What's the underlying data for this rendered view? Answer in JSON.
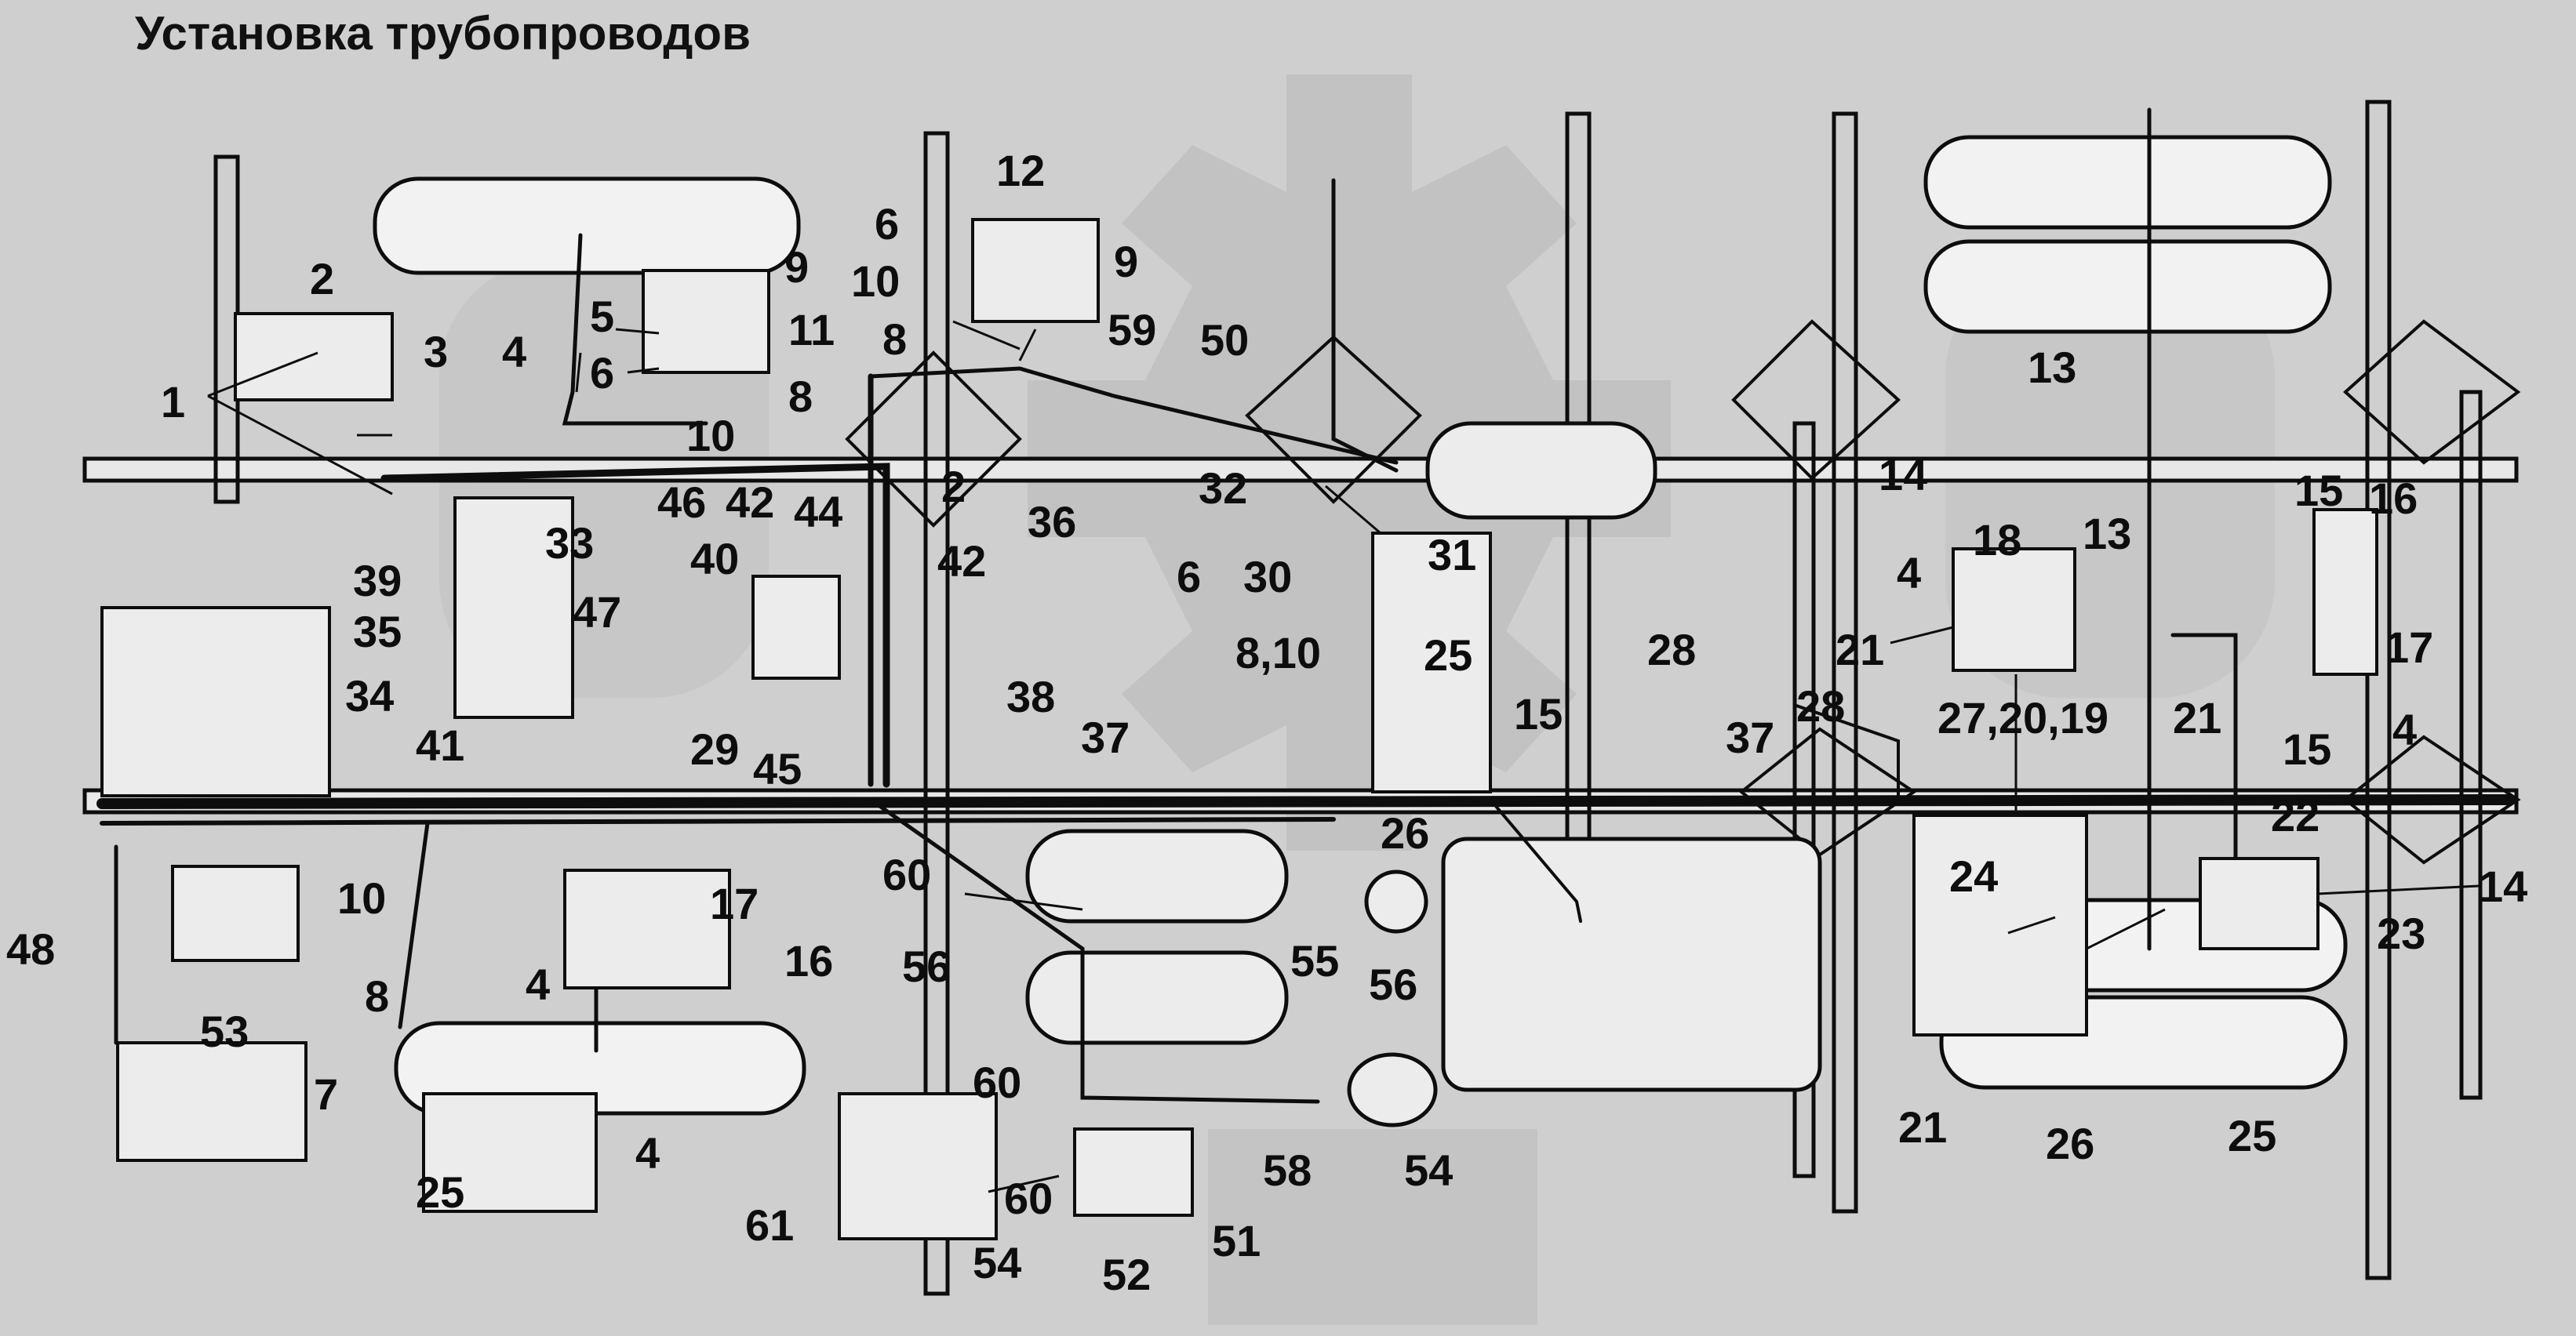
{
  "title": "Установка трубопроводов",
  "colors": {
    "background": "#cfcfcf",
    "watermark": "#bcbcbc",
    "ink": "#0d0d0d",
    "part_fill": "#ececec"
  },
  "callouts": [
    {
      "id": "c1",
      "text": "1"
    },
    {
      "id": "c2a",
      "text": "2"
    },
    {
      "id": "c3",
      "text": "3"
    },
    {
      "id": "c4a",
      "text": "4"
    },
    {
      "id": "c5",
      "text": "5"
    },
    {
      "id": "c6a",
      "text": "6"
    },
    {
      "id": "c8a",
      "text": "8"
    },
    {
      "id": "c9a",
      "text": "9"
    },
    {
      "id": "c10a",
      "text": "10"
    },
    {
      "id": "c12",
      "text": "12"
    },
    {
      "id": "c6b",
      "text": "6"
    },
    {
      "id": "c10b",
      "text": "10"
    },
    {
      "id": "c8b",
      "text": "8"
    },
    {
      "id": "c9b",
      "text": "9"
    },
    {
      "id": "c11",
      "text": "11"
    },
    {
      "id": "c59",
      "text": "59"
    },
    {
      "id": "c50",
      "text": "50"
    },
    {
      "id": "c2b",
      "text": "2"
    },
    {
      "id": "c42a",
      "text": "42"
    },
    {
      "id": "c42b",
      "text": "42"
    },
    {
      "id": "c46",
      "text": "46"
    },
    {
      "id": "c40",
      "text": "40"
    },
    {
      "id": "c44",
      "text": "44"
    },
    {
      "id": "c33",
      "text": "33"
    },
    {
      "id": "c39",
      "text": "39"
    },
    {
      "id": "c35",
      "text": "35"
    },
    {
      "id": "c47",
      "text": "47"
    },
    {
      "id": "c34",
      "text": "34"
    },
    {
      "id": "c41",
      "text": "41"
    },
    {
      "id": "c29",
      "text": "29"
    },
    {
      "id": "c45",
      "text": "45"
    },
    {
      "id": "c36",
      "text": "36"
    },
    {
      "id": "c6c",
      "text": "6"
    },
    {
      "id": "c30",
      "text": "30"
    },
    {
      "id": "c810",
      "text": "8,10"
    },
    {
      "id": "c32",
      "text": "32"
    },
    {
      "id": "c31",
      "text": "31"
    },
    {
      "id": "c25a",
      "text": "25"
    },
    {
      "id": "c15a",
      "text": "15"
    },
    {
      "id": "c28a",
      "text": "28"
    },
    {
      "id": "c38",
      "text": "38"
    },
    {
      "id": "c37a",
      "text": "37"
    },
    {
      "id": "c26a",
      "text": "26"
    },
    {
      "id": "c13a",
      "text": "13"
    },
    {
      "id": "c14a",
      "text": "14"
    },
    {
      "id": "c18",
      "text": "18"
    },
    {
      "id": "c13b",
      "text": "13"
    },
    {
      "id": "c4b",
      "text": "4"
    },
    {
      "id": "c21a",
      "text": "21"
    },
    {
      "id": "c272019",
      "text": "27,20,19"
    },
    {
      "id": "c28b",
      "text": "28"
    },
    {
      "id": "c37b",
      "text": "37"
    },
    {
      "id": "c15b",
      "text": "15"
    },
    {
      "id": "c16a",
      "text": "16"
    },
    {
      "id": "c17a",
      "text": "17"
    },
    {
      "id": "c4c",
      "text": "4"
    },
    {
      "id": "c21b",
      "text": "21"
    },
    {
      "id": "c15c",
      "text": "15"
    },
    {
      "id": "c22",
      "text": "22"
    },
    {
      "id": "c24",
      "text": "24"
    },
    {
      "id": "c14b",
      "text": "14"
    },
    {
      "id": "c23",
      "text": "23"
    },
    {
      "id": "c48",
      "text": "48"
    },
    {
      "id": "c10c",
      "text": "10"
    },
    {
      "id": "c8c",
      "text": "8"
    },
    {
      "id": "c53",
      "text": "53"
    },
    {
      "id": "c7",
      "text": "7"
    },
    {
      "id": "c17b",
      "text": "17"
    },
    {
      "id": "c16b",
      "text": "16"
    },
    {
      "id": "c4d",
      "text": "4"
    },
    {
      "id": "c25b",
      "text": "25"
    },
    {
      "id": "c4e",
      "text": "4"
    },
    {
      "id": "c60a",
      "text": "60"
    },
    {
      "id": "c56a",
      "text": "56"
    },
    {
      "id": "c55",
      "text": "55"
    },
    {
      "id": "c56b",
      "text": "56"
    },
    {
      "id": "c60b",
      "text": "60"
    },
    {
      "id": "c58",
      "text": "58"
    },
    {
      "id": "c54a",
      "text": "54"
    },
    {
      "id": "c61",
      "text": "61"
    },
    {
      "id": "c60c",
      "text": "60"
    },
    {
      "id": "c54b",
      "text": "54"
    },
    {
      "id": "c52",
      "text": "52"
    },
    {
      "id": "c51",
      "text": "51"
    },
    {
      "id": "c21c",
      "text": "21"
    },
    {
      "id": "c26b",
      "text": "26"
    },
    {
      "id": "c25c",
      "text": "25"
    }
  ]
}
